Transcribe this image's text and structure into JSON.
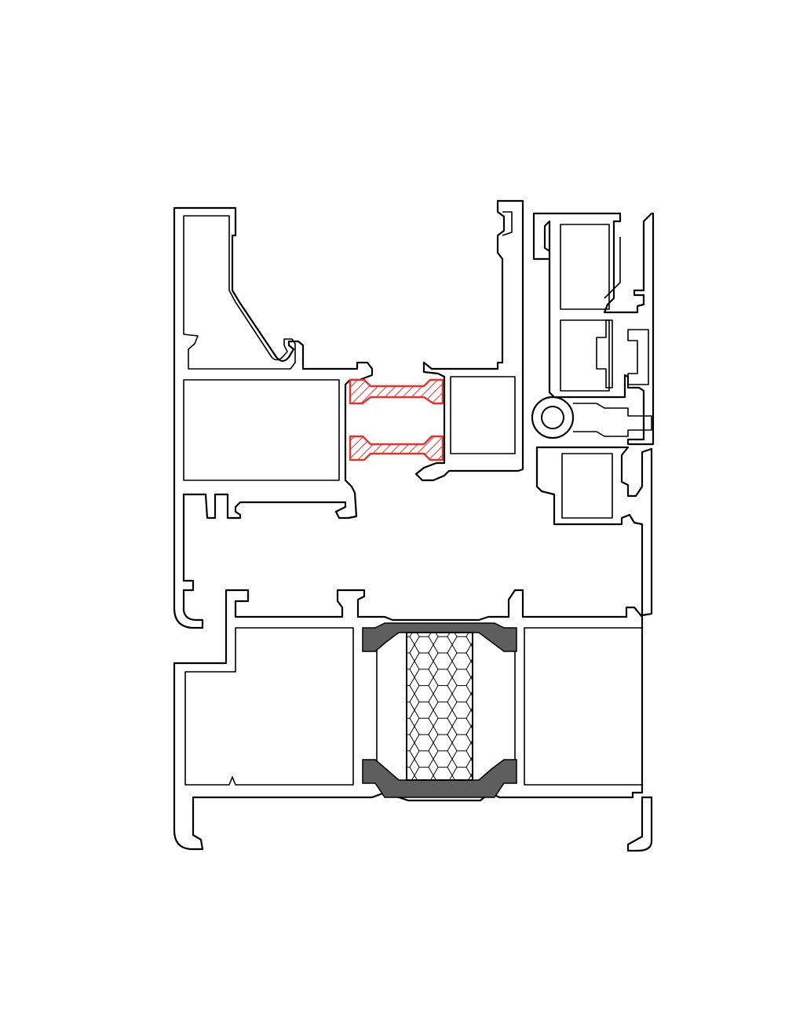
{
  "diagram": {
    "colors": {
      "background": "#ffffff",
      "profile_stroke": "#000000",
      "thermal_break_red": "#e3342f",
      "thermal_break_red_fill": "#ffffff",
      "thermal_break_grey": "#5e5e5e",
      "insulation_fill": "#ffffff"
    },
    "components": [
      {
        "id": "outer-frame-profile",
        "description_icon": "aluminium-profile-icon"
      },
      {
        "id": "sash-profile",
        "description_icon": "aluminium-profile-icon"
      },
      {
        "id": "glazing-bead-assembly",
        "description_icon": "glazing-bead-icon"
      },
      {
        "id": "red-polyamide-thermal-break",
        "pattern": "hatch"
      },
      {
        "id": "grey-polyamide-thermal-break",
        "pattern": "solid"
      },
      {
        "id": "honeycomb-insulation-insert",
        "pattern": "hexagon"
      },
      {
        "id": "gasket-round",
        "description_icon": "gasket-icon"
      }
    ]
  }
}
